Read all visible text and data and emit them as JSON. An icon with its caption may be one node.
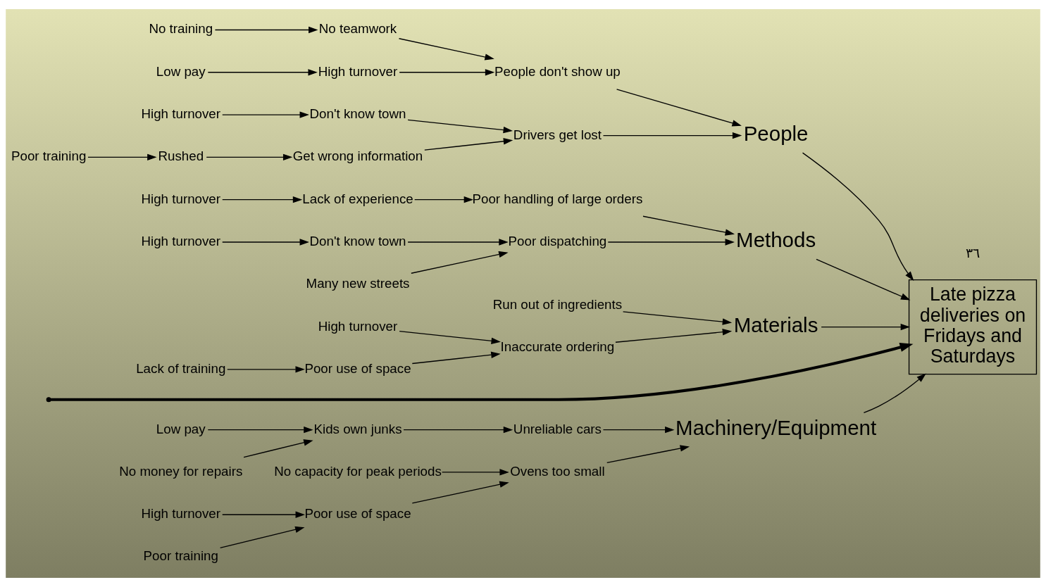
{
  "diagram": {
    "nodes": [
      {
        "text": [
          "Machinery/Equipment"
        ]
      },
      {
        "text": [
          "Unreliable cars"
        ]
      },
      {
        "text": [
          "Low pay"
        ]
      },
      {
        "text": [
          "No money for repairs"
        ]
      },
      {
        "text": [
          "Kids own junks"
        ]
      },
      {
        "text": [
          "No capacity for peak periods"
        ]
      },
      {
        "text": [
          "Ovens too small"
        ]
      },
      {
        "text": [
          "High turnover"
        ]
      },
      {
        "text": [
          "Poor training"
        ]
      },
      {
        "text": [
          "Poor use of space"
        ]
      },
      {
        "text": [
          "People"
        ]
      },
      {
        "text": [
          "No teamwork"
        ]
      },
      {
        "text": [
          "No training"
        ]
      },
      {
        "text": [
          "People don't show up"
        ]
      },
      {
        "text": [
          "Low pay"
        ]
      },
      {
        "text": [
          "High turnover"
        ]
      },
      {
        "text": [
          "Don't know town"
        ]
      },
      {
        "text": [
          "High turnover"
        ]
      },
      {
        "text": [
          "Drivers get lost"
        ]
      },
      {
        "text": [
          "Rushed"
        ]
      },
      {
        "text": [
          "Poor training"
        ]
      },
      {
        "text": [
          "Get wrong information"
        ]
      },
      {
        "text": [
          "Late pizza deliveries on Fridays and Saturdays"
        ]
      },
      {
        "text": [
          "Methods"
        ]
      },
      {
        "text": [
          "Poor handling of large orders"
        ]
      },
      {
        "text": [
          "Don't know town"
        ]
      },
      {
        "text": [
          "High turnover"
        ]
      },
      {
        "text": [
          "Lack of experience"
        ]
      },
      {
        "text": [
          "High turnover"
        ]
      },
      {
        "text": [
          "Poor dispatching"
        ]
      },
      {
        "text": [
          "Many new streets"
        ]
      },
      {
        "text": [
          "Materials"
        ]
      },
      {
        "text": [
          "Run out of ingredients"
        ]
      },
      {
        "text": [
          "High turnover"
        ]
      },
      {
        "text": [
          "Poor use of space"
        ]
      },
      {
        "text": [
          "Inaccurate ordering"
        ]
      },
      {
        "text": [
          "Lack of training"
        ]
      }
    ],
    "edges": [
      {
        "from": null,
        "to": 22,
        "arrow": "to",
        "style": "thick"
      },
      {
        "from": 0,
        "to": 22,
        "arrow": "to"
      },
      {
        "from": 10,
        "to": 22,
        "arrow": "to"
      },
      {
        "from": 23,
        "to": 22,
        "arrow": "to"
      },
      {
        "from": 31,
        "to": 22,
        "arrow": "to"
      },
      {
        "from": 1,
        "to": 0,
        "arrow": "to"
      },
      {
        "from": 2,
        "to": 4,
        "arrow": "to"
      },
      {
        "from": 3,
        "to": 4,
        "arrow": "to"
      },
      {
        "from": 4,
        "to": 1,
        "arrow": "to"
      },
      {
        "from": 5,
        "to": 6,
        "arrow": "to"
      },
      {
        "from": 6,
        "to": 0,
        "arrow": "to"
      },
      {
        "from": 7,
        "to": 9,
        "arrow": "to"
      },
      {
        "from": 8,
        "to": 9,
        "arrow": "to"
      },
      {
        "from": 9,
        "to": 6,
        "arrow": "to"
      },
      {
        "from": 11,
        "to": 13,
        "arrow": "to"
      },
      {
        "from": 12,
        "to": 11,
        "arrow": "to"
      },
      {
        "from": 13,
        "to": 10,
        "arrow": "to"
      },
      {
        "from": 14,
        "to": 15,
        "arrow": "to"
      },
      {
        "from": 15,
        "to": 13,
        "arrow": "to"
      },
      {
        "from": 16,
        "to": 18,
        "arrow": "to"
      },
      {
        "from": 17,
        "to": 16,
        "arrow": "to"
      },
      {
        "from": 18,
        "to": 10,
        "arrow": "to"
      },
      {
        "from": 19,
        "to": 21,
        "arrow": "to"
      },
      {
        "from": 20,
        "to": 19,
        "arrow": "to"
      },
      {
        "from": 21,
        "to": 18,
        "arrow": "to"
      },
      {
        "from": 24,
        "to": 23,
        "arrow": "to"
      },
      {
        "from": 26,
        "to": 27,
        "arrow": "to"
      },
      {
        "from": 27,
        "to": 24,
        "arrow": "to"
      },
      {
        "from": 25,
        "to": 29,
        "arrow": "to"
      },
      {
        "from": 28,
        "to": 25,
        "arrow": "to"
      },
      {
        "from": 29,
        "to": 23,
        "arrow": "to"
      },
      {
        "from": 30,
        "to": 29,
        "arrow": "to"
      },
      {
        "from": 32,
        "to": 31,
        "arrow": "to"
      },
      {
        "from": 33,
        "to": 35,
        "arrow": "to"
      },
      {
        "from": 34,
        "to": 35,
        "arrow": "to"
      },
      {
        "from": 36,
        "to": 34,
        "arrow": "to"
      },
      {
        "from": 35,
        "to": 31,
        "arrow": "to"
      }
    ],
    "labels": [
      "٣٦"
    ]
  }
}
